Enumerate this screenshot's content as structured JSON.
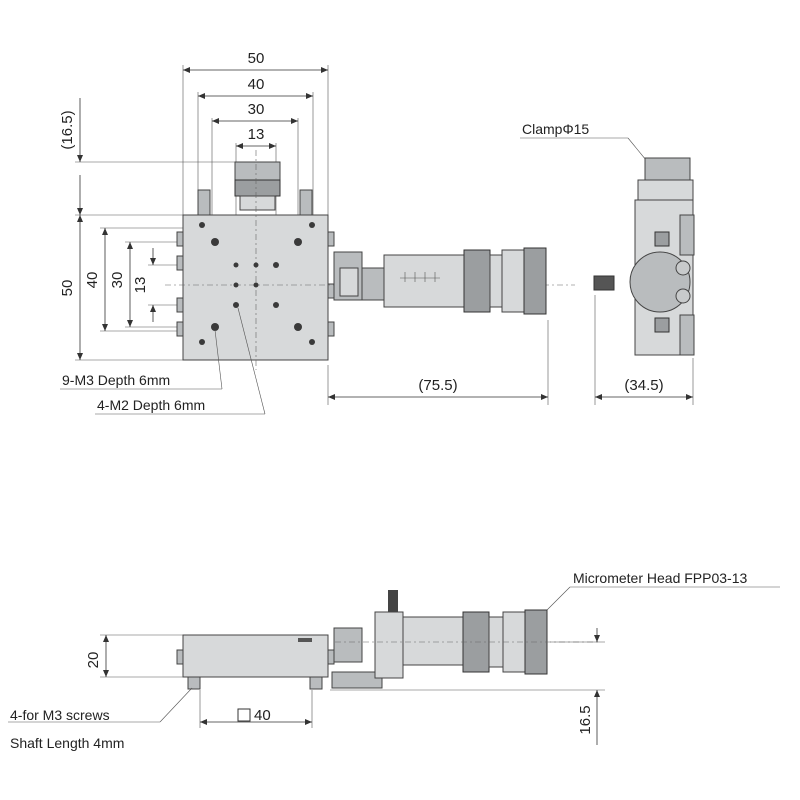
{
  "top_view": {
    "dims_horizontal": [
      "50",
      "40",
      "30",
      "13"
    ],
    "dims_vertical": [
      "50",
      "40",
      "30",
      "13"
    ],
    "dim_top_offset": "(16.5)",
    "dim_micrometer_length": "(75.5)",
    "labels": {
      "holes_m3": "9-M3 Depth 6mm",
      "holes_m2": "4-M2 Depth 6mm"
    }
  },
  "side_view": {
    "clamp_label": "ClampΦ15",
    "dim_width": "(34.5)"
  },
  "front_view": {
    "micrometer_label": "Micrometer Head FPP03-13",
    "dim_height": "20",
    "dim_base": "40",
    "dim_right_height": "16.5",
    "screw_labels": [
      "4-for M3 screws",
      "Shaft Length 4mm"
    ]
  }
}
